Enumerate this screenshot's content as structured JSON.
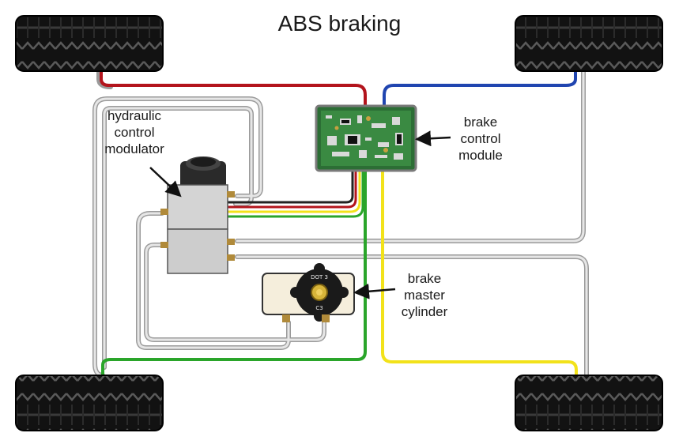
{
  "title": "ABS braking",
  "labels": {
    "hydraulic_control_modulator": [
      "hydraulic",
      "control",
      "modulator"
    ],
    "brake_control_module": [
      "brake",
      "control",
      "module"
    ],
    "brake_master_cylinder": [
      "brake",
      "master",
      "cylinder"
    ]
  },
  "master_cylinder_cap": {
    "top_text": "DOT 3",
    "bottom_text": "C3"
  },
  "colors": {
    "red_line": "#b3141c",
    "blue_line": "#2045b0",
    "green_line": "#2aa52a",
    "yellow_line": "#f2e21a",
    "gray_line": "#c8c8c8",
    "tire": "#111111",
    "module_board": "#3a8a42",
    "modulator_body": "#d4d4d4",
    "reservoir": "#f5eedc"
  }
}
